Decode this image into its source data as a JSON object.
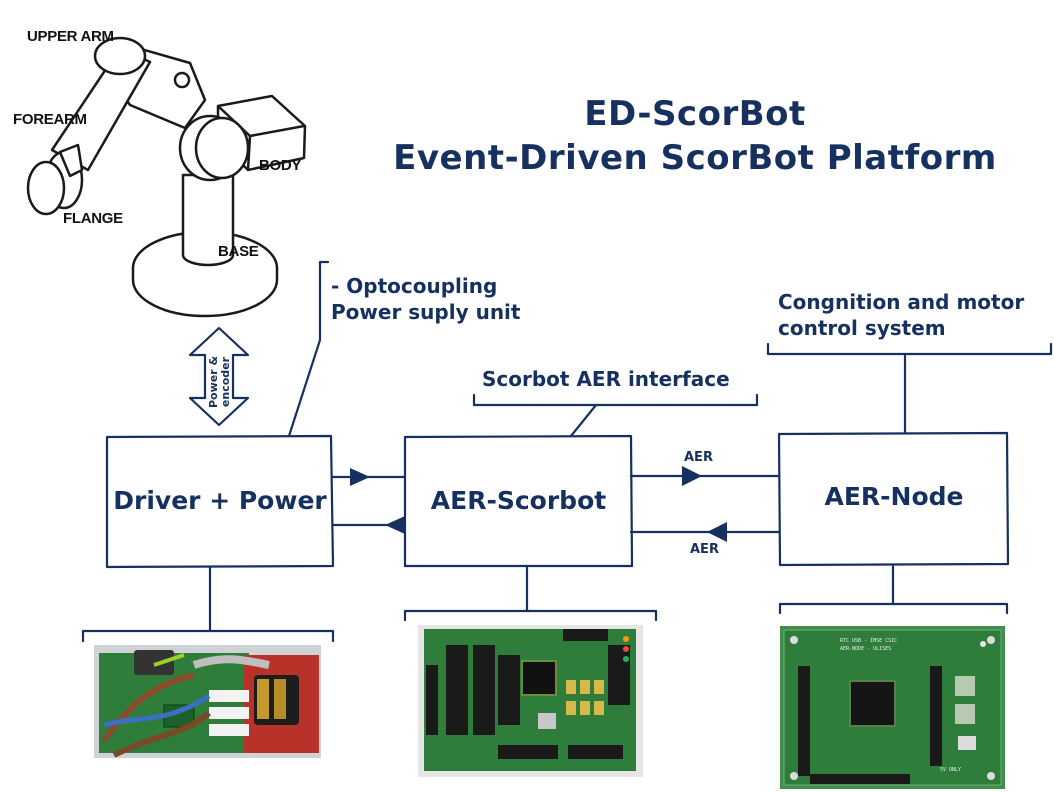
{
  "title": {
    "line1": "ED-ScorBot",
    "line2": "Event-Driven ScorBot Platform"
  },
  "robot": {
    "labels": {
      "upper_arm": "UPPER ARM",
      "forearm": "FOREARM",
      "flange": "FLANGE",
      "body": "BODY",
      "base": "BASE"
    },
    "link_label_line1": "Power &",
    "link_label_line2": "encoder"
  },
  "blocks": {
    "driver": "Driver + Power",
    "aer_scorbot": "AER-Scorbot",
    "aer_node": "AER-Node"
  },
  "notes": {
    "driver_line1": "- Optocoupling",
    "driver_line2": "Power suply unit",
    "scorbot": "Scorbot AER interface",
    "node_line1": "Congnition and motor",
    "node_line2": "control system"
  },
  "links": {
    "aer_top": "AER",
    "aer_bottom": "AER"
  },
  "boards": {
    "node_board_text1": "RTC USB - IMSE CSIC",
    "node_board_text2": "AER-NODE - ULISES",
    "node_board_text3": "5V ONLY"
  },
  "colors": {
    "ink": "#16305f",
    "pcb_green": "#2f7d3a",
    "pcb_red": "#c0392b"
  }
}
